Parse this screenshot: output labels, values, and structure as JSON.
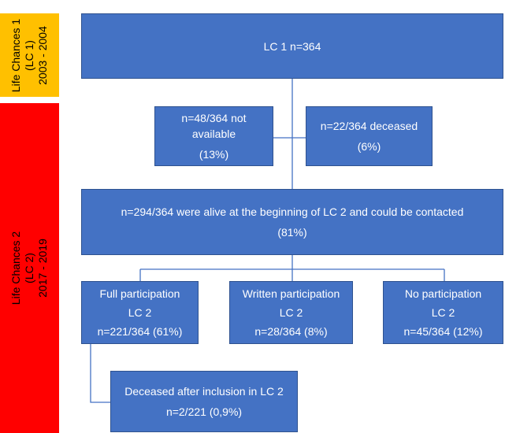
{
  "phases": {
    "lc1": {
      "lines": [
        "Life Chances 1",
        "(LC 1)",
        "2003 - 2004"
      ],
      "color": "#FFC000"
    },
    "lc2": {
      "lines": [
        "Life Chances 2",
        "(LC 2)",
        "2017 - 2019"
      ],
      "color": "#FF0000"
    }
  },
  "boxes": {
    "lc1_total": {
      "lines": [
        "LC 1 n=364"
      ]
    },
    "not_available": {
      "lines": [
        "n=48/364 not",
        "available",
        "(13%)"
      ]
    },
    "deceased": {
      "lines": [
        "n=22/364 deceased",
        "(6%)"
      ]
    },
    "alive": {
      "lines": [
        "n=294/364 were alive at the beginning of LC 2 and could be contacted",
        "(81%)"
      ]
    },
    "full": {
      "lines": [
        "Full participation",
        "LC 2",
        "n=221/364 (61%)"
      ]
    },
    "written": {
      "lines": [
        "Written participation",
        "LC 2",
        "n=28/364 (8%)"
      ]
    },
    "none": {
      "lines": [
        "No participation",
        "LC 2",
        "n=45/364 (12%)"
      ]
    },
    "deceased_after": {
      "lines": [
        "Deceased after inclusion in LC 2",
        "n=2/221 (0,9%)"
      ]
    }
  },
  "colors": {
    "box_fill": "#4472C4",
    "box_border": "#2F528F",
    "connector": "#4472C4"
  }
}
